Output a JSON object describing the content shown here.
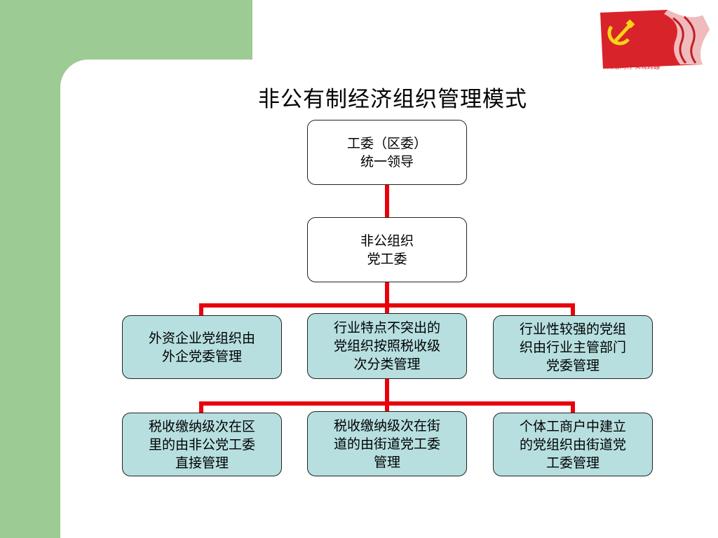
{
  "title": "非公有制经济组织管理模式",
  "logo": {
    "text": "知信同行 实现跨越"
  },
  "colors": {
    "connector": "#e8000b",
    "leaf_fill": "#b7dfe0",
    "green_bar": "#9dcb94",
    "flag": "#d9232a"
  },
  "nodes": {
    "root": "工委（区委）\n统一领导",
    "mid": "非公组织\n党工委",
    "l2_left": "外资企业党组织由\n外企党委管理",
    "l2_center": "行业特点不突出的\n党组织按照税收级\n次分类管理",
    "l2_right": "行业性较强的党组\n织由行业主管部门\n党委管理",
    "l3_left": "税收缴纳级次在区\n里的由非公党工委\n直接管理",
    "l3_center": "税收缴纳级次在街\n道的由街道党工委\n管理",
    "l3_right": "个体工商户中建立\n的党组织由街道党\n工委管理"
  }
}
